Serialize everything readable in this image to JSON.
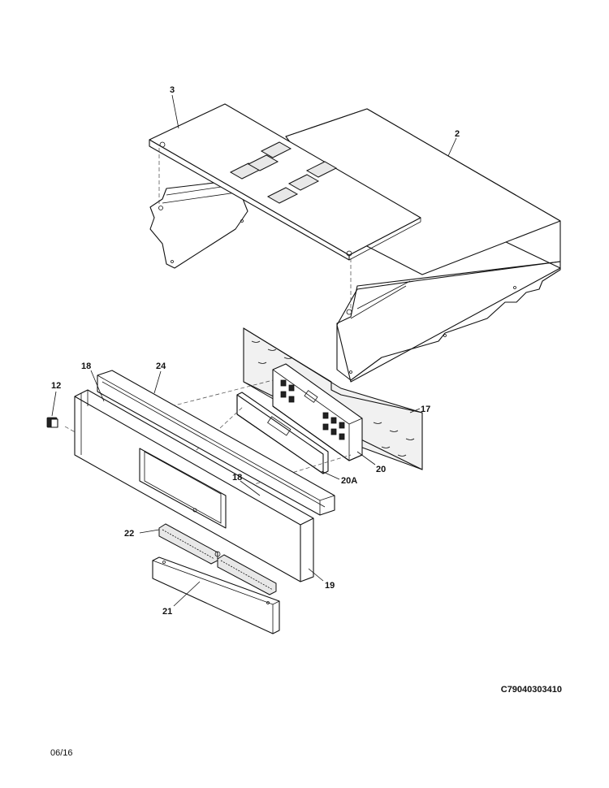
{
  "diagram": {
    "parts": [
      {
        "id": "p2",
        "label": "2"
      },
      {
        "id": "p3",
        "label": "3"
      },
      {
        "id": "p12",
        "label": "12"
      },
      {
        "id": "p17",
        "label": "17"
      },
      {
        "id": "p18a",
        "label": "18"
      },
      {
        "id": "p18b",
        "label": "18"
      },
      {
        "id": "p19",
        "label": "19"
      },
      {
        "id": "p20",
        "label": "20"
      },
      {
        "id": "p20a",
        "label": "20A"
      },
      {
        "id": "p21",
        "label": "21"
      },
      {
        "id": "p22",
        "label": "22"
      },
      {
        "id": "p24",
        "label": "24"
      }
    ]
  },
  "footer": {
    "code": "C79040303410",
    "date": "06/16"
  }
}
